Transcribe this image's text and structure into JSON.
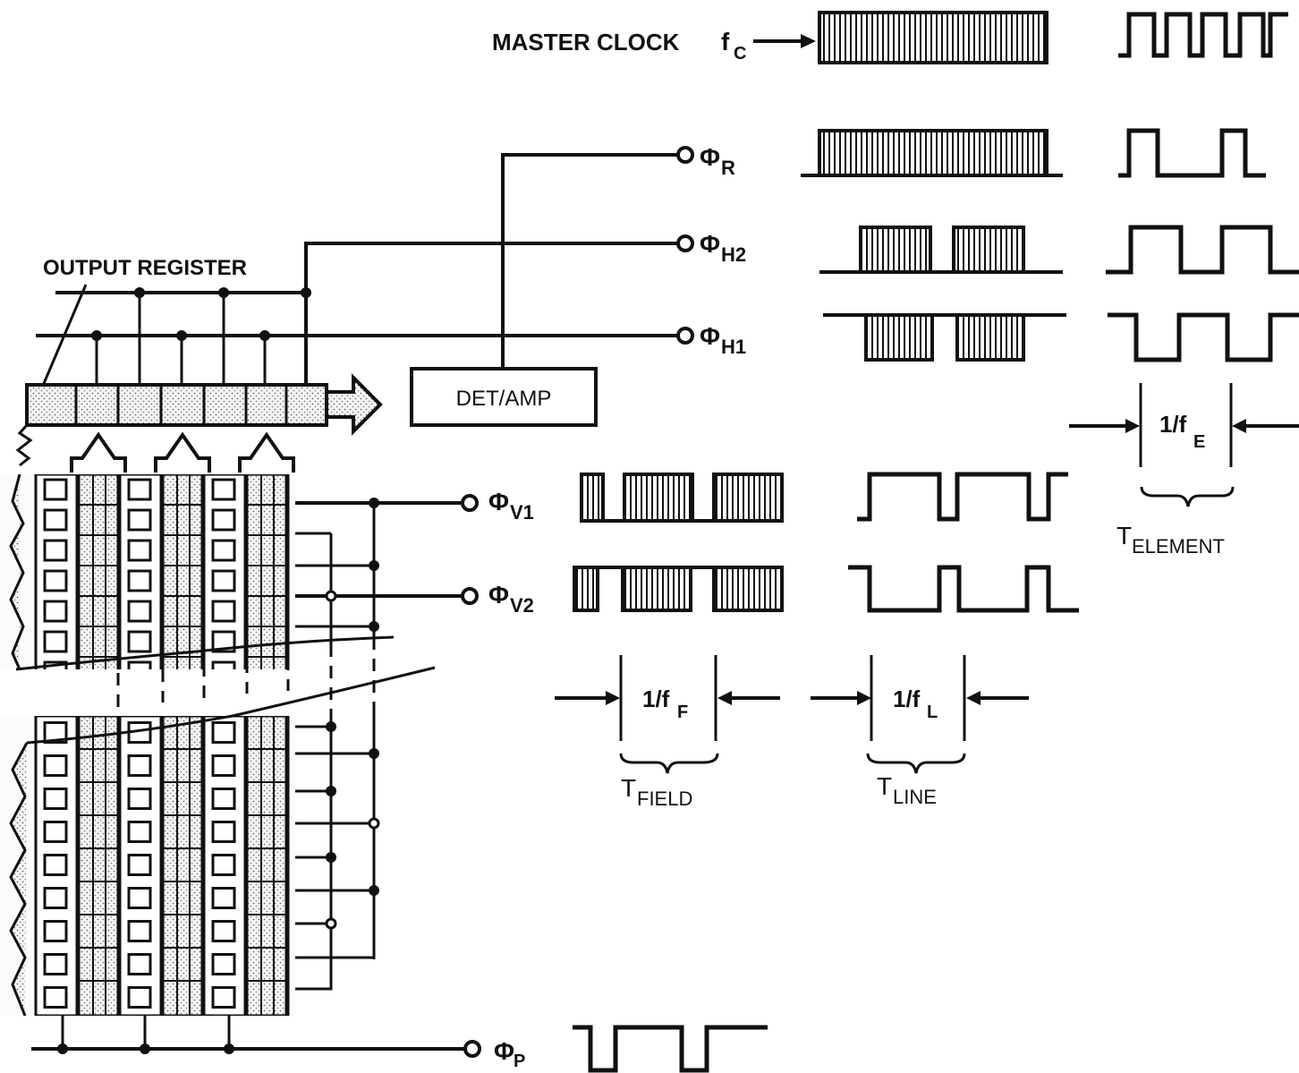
{
  "master_clock": {
    "label": "MASTER CLOCK",
    "symbol": "f",
    "sub": "C"
  },
  "output_register": {
    "label": "OUTPUT REGISTER"
  },
  "det_amp": {
    "label": "DET/AMP"
  },
  "clocks": {
    "phi_r": {
      "symbol": "Φ",
      "sub": "R"
    },
    "phi_h2": {
      "symbol": "Φ",
      "sub": "H2"
    },
    "phi_h1": {
      "symbol": "Φ",
      "sub": "H1"
    },
    "phi_v1": {
      "symbol": "Φ",
      "sub": "V1"
    },
    "phi_v2": {
      "symbol": "Φ",
      "sub": "V2"
    },
    "phi_p": {
      "symbol": "Φ",
      "sub": "P"
    }
  },
  "period_field": {
    "text": "1/f",
    "sub": "F"
  },
  "period_line": {
    "text": "1/f",
    "sub": "L"
  },
  "period_element": {
    "text": "1/f",
    "sub": "E"
  },
  "time_field": {
    "main": "T",
    "sub": "FIELD"
  },
  "time_line": {
    "main": "T",
    "sub": "LINE"
  },
  "time_element": {
    "main": "T",
    "sub": "ELEMENT"
  }
}
